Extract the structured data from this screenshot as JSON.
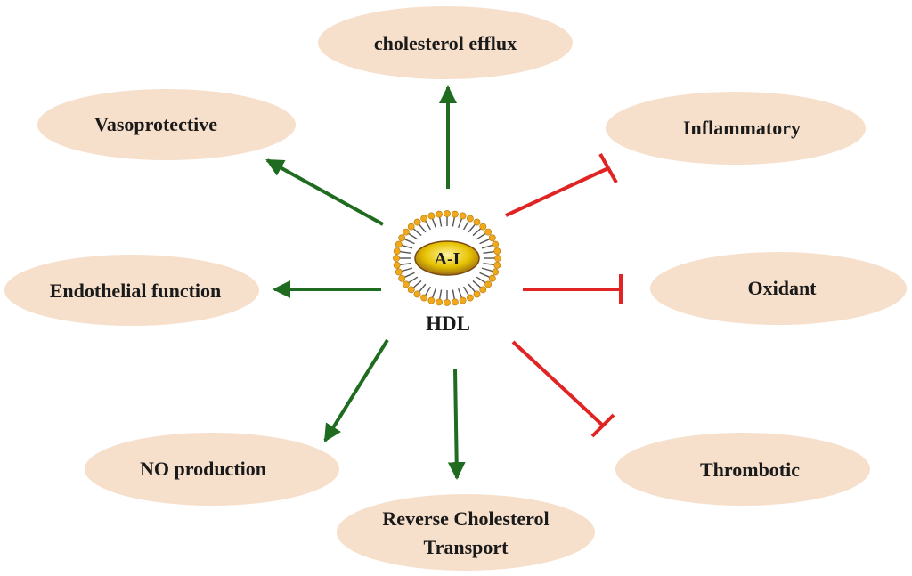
{
  "center": {
    "label": "HDL",
    "protein_label": "A-I"
  },
  "colors": {
    "ellipse_fill": "#f6dfcb",
    "promote_arrow": "#1f6b1f",
    "inhibit_line": "#e02424",
    "lipid_head": "#f0a81c",
    "protein_fill": "#d9b400"
  },
  "nodes": [
    {
      "id": "cholesterol-efflux",
      "lines": [
        "cholesterol efflux"
      ],
      "effect": "promote"
    },
    {
      "id": "vasoprotective",
      "lines": [
        "Vasoprotective"
      ],
      "effect": "promote"
    },
    {
      "id": "endothelial-function",
      "lines": [
        "Endothelial function"
      ],
      "effect": "promote"
    },
    {
      "id": "no-production",
      "lines": [
        "NO production"
      ],
      "effect": "promote"
    },
    {
      "id": "reverse-cholesterol-transport",
      "lines": [
        "Reverse Cholesterol",
        "Transport"
      ],
      "effect": "promote"
    },
    {
      "id": "inflammatory",
      "lines": [
        "Inflammatory"
      ],
      "effect": "inhibit"
    },
    {
      "id": "oxidant",
      "lines": [
        "Oxidant"
      ],
      "effect": "inhibit"
    },
    {
      "id": "thrombotic",
      "lines": [
        "Thrombotic"
      ],
      "effect": "inhibit"
    }
  ]
}
